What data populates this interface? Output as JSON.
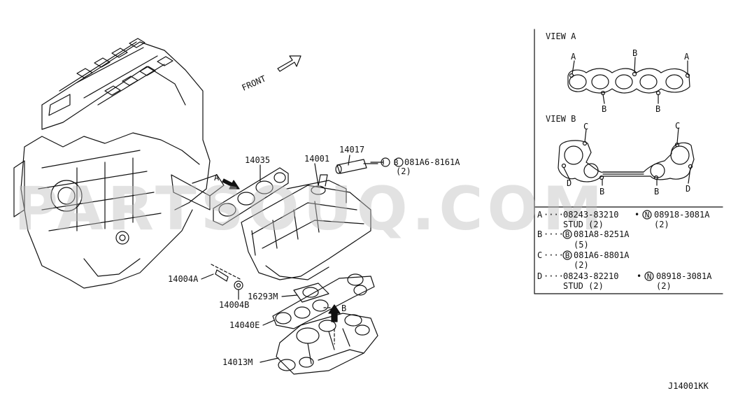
{
  "front_label": "FRONT",
  "watermark": "PARTSOUQ.COM",
  "drawing_code": "J14001KK",
  "callouts": {
    "p14035": "14035",
    "p14001": "14001",
    "p14017": "14017",
    "bolt_code": "081A6-8161A",
    "bolt_qty": "(2)",
    "bolt_mark": "B",
    "p14004A": "14004A",
    "p14004B": "14004B",
    "p16293M": "16293M",
    "p14040E": "14040E",
    "p14013M": "14013M",
    "arrowA": "A",
    "arrowB": "B"
  },
  "view_a": {
    "title": "VIEW A",
    "labels": [
      "A",
      "B",
      "A",
      "B",
      "B"
    ]
  },
  "view_b": {
    "title": "VIEW B",
    "labels": [
      "C",
      "C",
      "D",
      "B",
      "B",
      "D"
    ]
  },
  "legend": [
    {
      "key": "A",
      "dots": "····",
      "part1": "08243-83210",
      "sep": "•",
      "mark2": "N",
      "part2": "08918-3081A",
      "line2a": "STUD (2)",
      "line2b": "(2)"
    },
    {
      "key": "B",
      "dots": "····",
      "mark1": "B",
      "part1": "081A8-8251A",
      "line2a": "(5)"
    },
    {
      "key": "C",
      "dots": "····",
      "mark1": "B",
      "part1": "081A6-8801A",
      "line2a": "(2)"
    },
    {
      "key": "D",
      "dots": "····",
      "part1": "08243-82210",
      "sep": "•",
      "mark2": "N",
      "part2": "08918-3081A",
      "line2a": "STUD (2)",
      "line2b": "(2)"
    }
  ],
  "colors": {
    "line": "#111111",
    "watermark": "#bfbfbf",
    "background": "#ffffff"
  }
}
